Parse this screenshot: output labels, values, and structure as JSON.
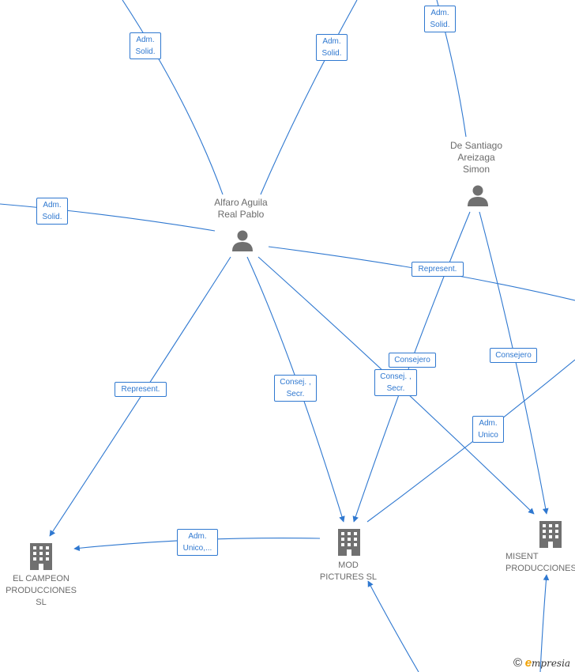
{
  "diagram": {
    "colors": {
      "edge": "#2f78d0",
      "node_icon": "#707070",
      "label_text": "#6b6b6b"
    },
    "people": [
      {
        "id": "alfaro",
        "label": "Alfaro Aguila\nReal Pablo",
        "icon": "person-icon"
      },
      {
        "id": "desantiago",
        "label": "De Santiago\nAreizaga\nSimon",
        "icon": "person-icon"
      }
    ],
    "companies": [
      {
        "id": "elcampeon",
        "label": "EL CAMPEON\nPRODUCCIONES\nSL",
        "icon": "building-icon"
      },
      {
        "id": "modpictures",
        "label": "MOD\nPICTURES  SL",
        "icon": "building-icon"
      },
      {
        "id": "misent",
        "label": "MISENT\nPRODUCCIONES",
        "icon": "building-icon"
      }
    ],
    "edge_labels": [
      {
        "id": "e1",
        "text": "Adm.\nSolid."
      },
      {
        "id": "e2",
        "text": "Adm.\nSolid."
      },
      {
        "id": "e3",
        "text": "Adm.\nSolid."
      },
      {
        "id": "e4",
        "text": "Adm.\nSolid."
      },
      {
        "id": "e5",
        "text": "Represent."
      },
      {
        "id": "e6",
        "text": "Represent."
      },
      {
        "id": "e7",
        "text": "Consej. ,\nSecr."
      },
      {
        "id": "e8",
        "text": "Consej. ,\nSecr."
      },
      {
        "id": "e9",
        "text": "Consejero"
      },
      {
        "id": "e10",
        "text": "Consejero"
      },
      {
        "id": "e11",
        "text": "Adm.\nUnico"
      },
      {
        "id": "e12",
        "text": "Adm.\nUnico,..."
      }
    ]
  },
  "watermark": {
    "copyright": "©",
    "brand_initial": "e",
    "brand_rest": "mpresia"
  }
}
